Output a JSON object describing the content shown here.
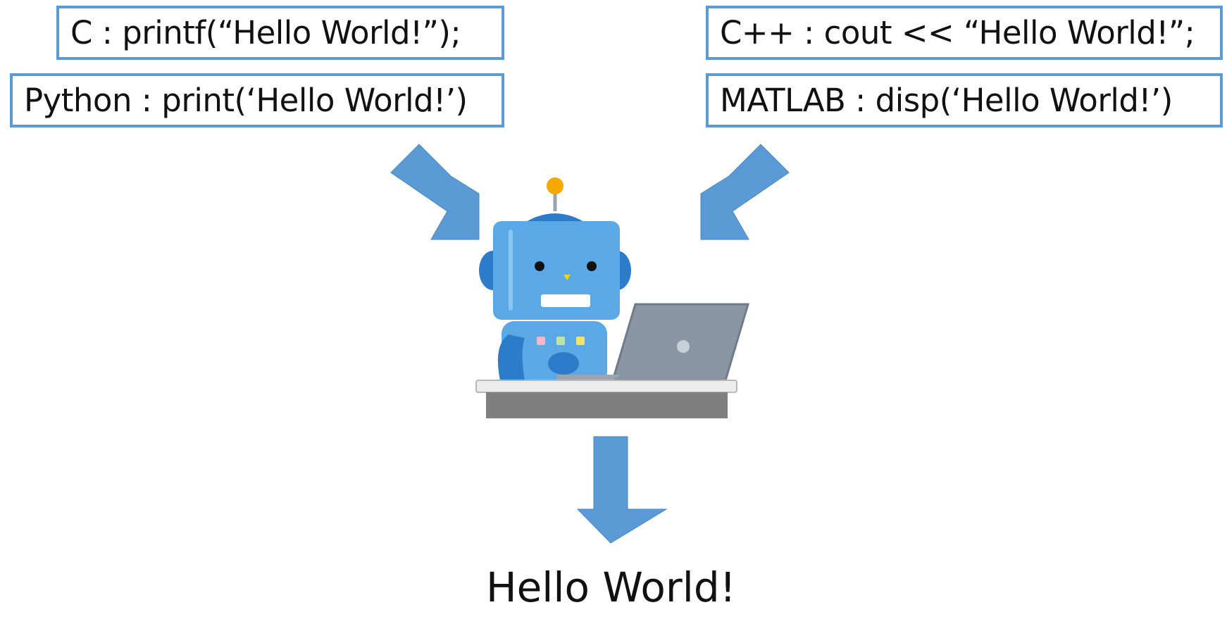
{
  "code_examples": {
    "c": "C : printf(“Hello World!”);",
    "python": "Python : print(‘Hello World!’)",
    "cpp": "C++ : cout << “Hello World!”;",
    "matlab": "MATLAB : disp(‘Hello World!’)"
  },
  "output": "Hello World!",
  "colors": {
    "accent": "#5b9bd5",
    "robot_body": "#5aa9e6",
    "robot_dark": "#2c7cc9",
    "antenna_ball": "#f5a800",
    "laptop": "#8a96a3",
    "desk_top": "#ececec",
    "desk_front": "#7f7f7f"
  },
  "icons": {
    "robot": "robot-icon",
    "laptop": "laptop-icon",
    "desk": "desk-icon"
  }
}
